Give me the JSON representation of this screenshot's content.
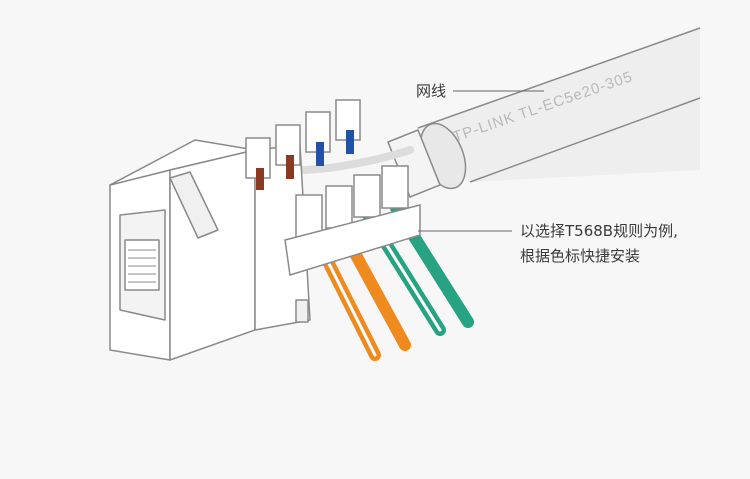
{
  "callouts": {
    "cable": "网线",
    "standard_line1": "以选择T568B规则为例,",
    "standard_line2": "根据色标快捷安装"
  },
  "cable_print": "TP-LINK TL-EC5e20-305",
  "colors": {
    "background": "#f7f7f7",
    "outline": "#8a8a8a",
    "body_fill": "#ffffff",
    "cable_fill": "#eeeeee",
    "orange": "#ee8a1e",
    "green": "#27a383",
    "blue": "#2252a8",
    "brown": "#8a3a22",
    "leader_line": "#666666"
  },
  "icons": [
    "keystone-jack",
    "ethernet-cable",
    "wire-orange",
    "wire-orange-white",
    "wire-green",
    "wire-green-white",
    "wire-blue",
    "wire-brown"
  ]
}
